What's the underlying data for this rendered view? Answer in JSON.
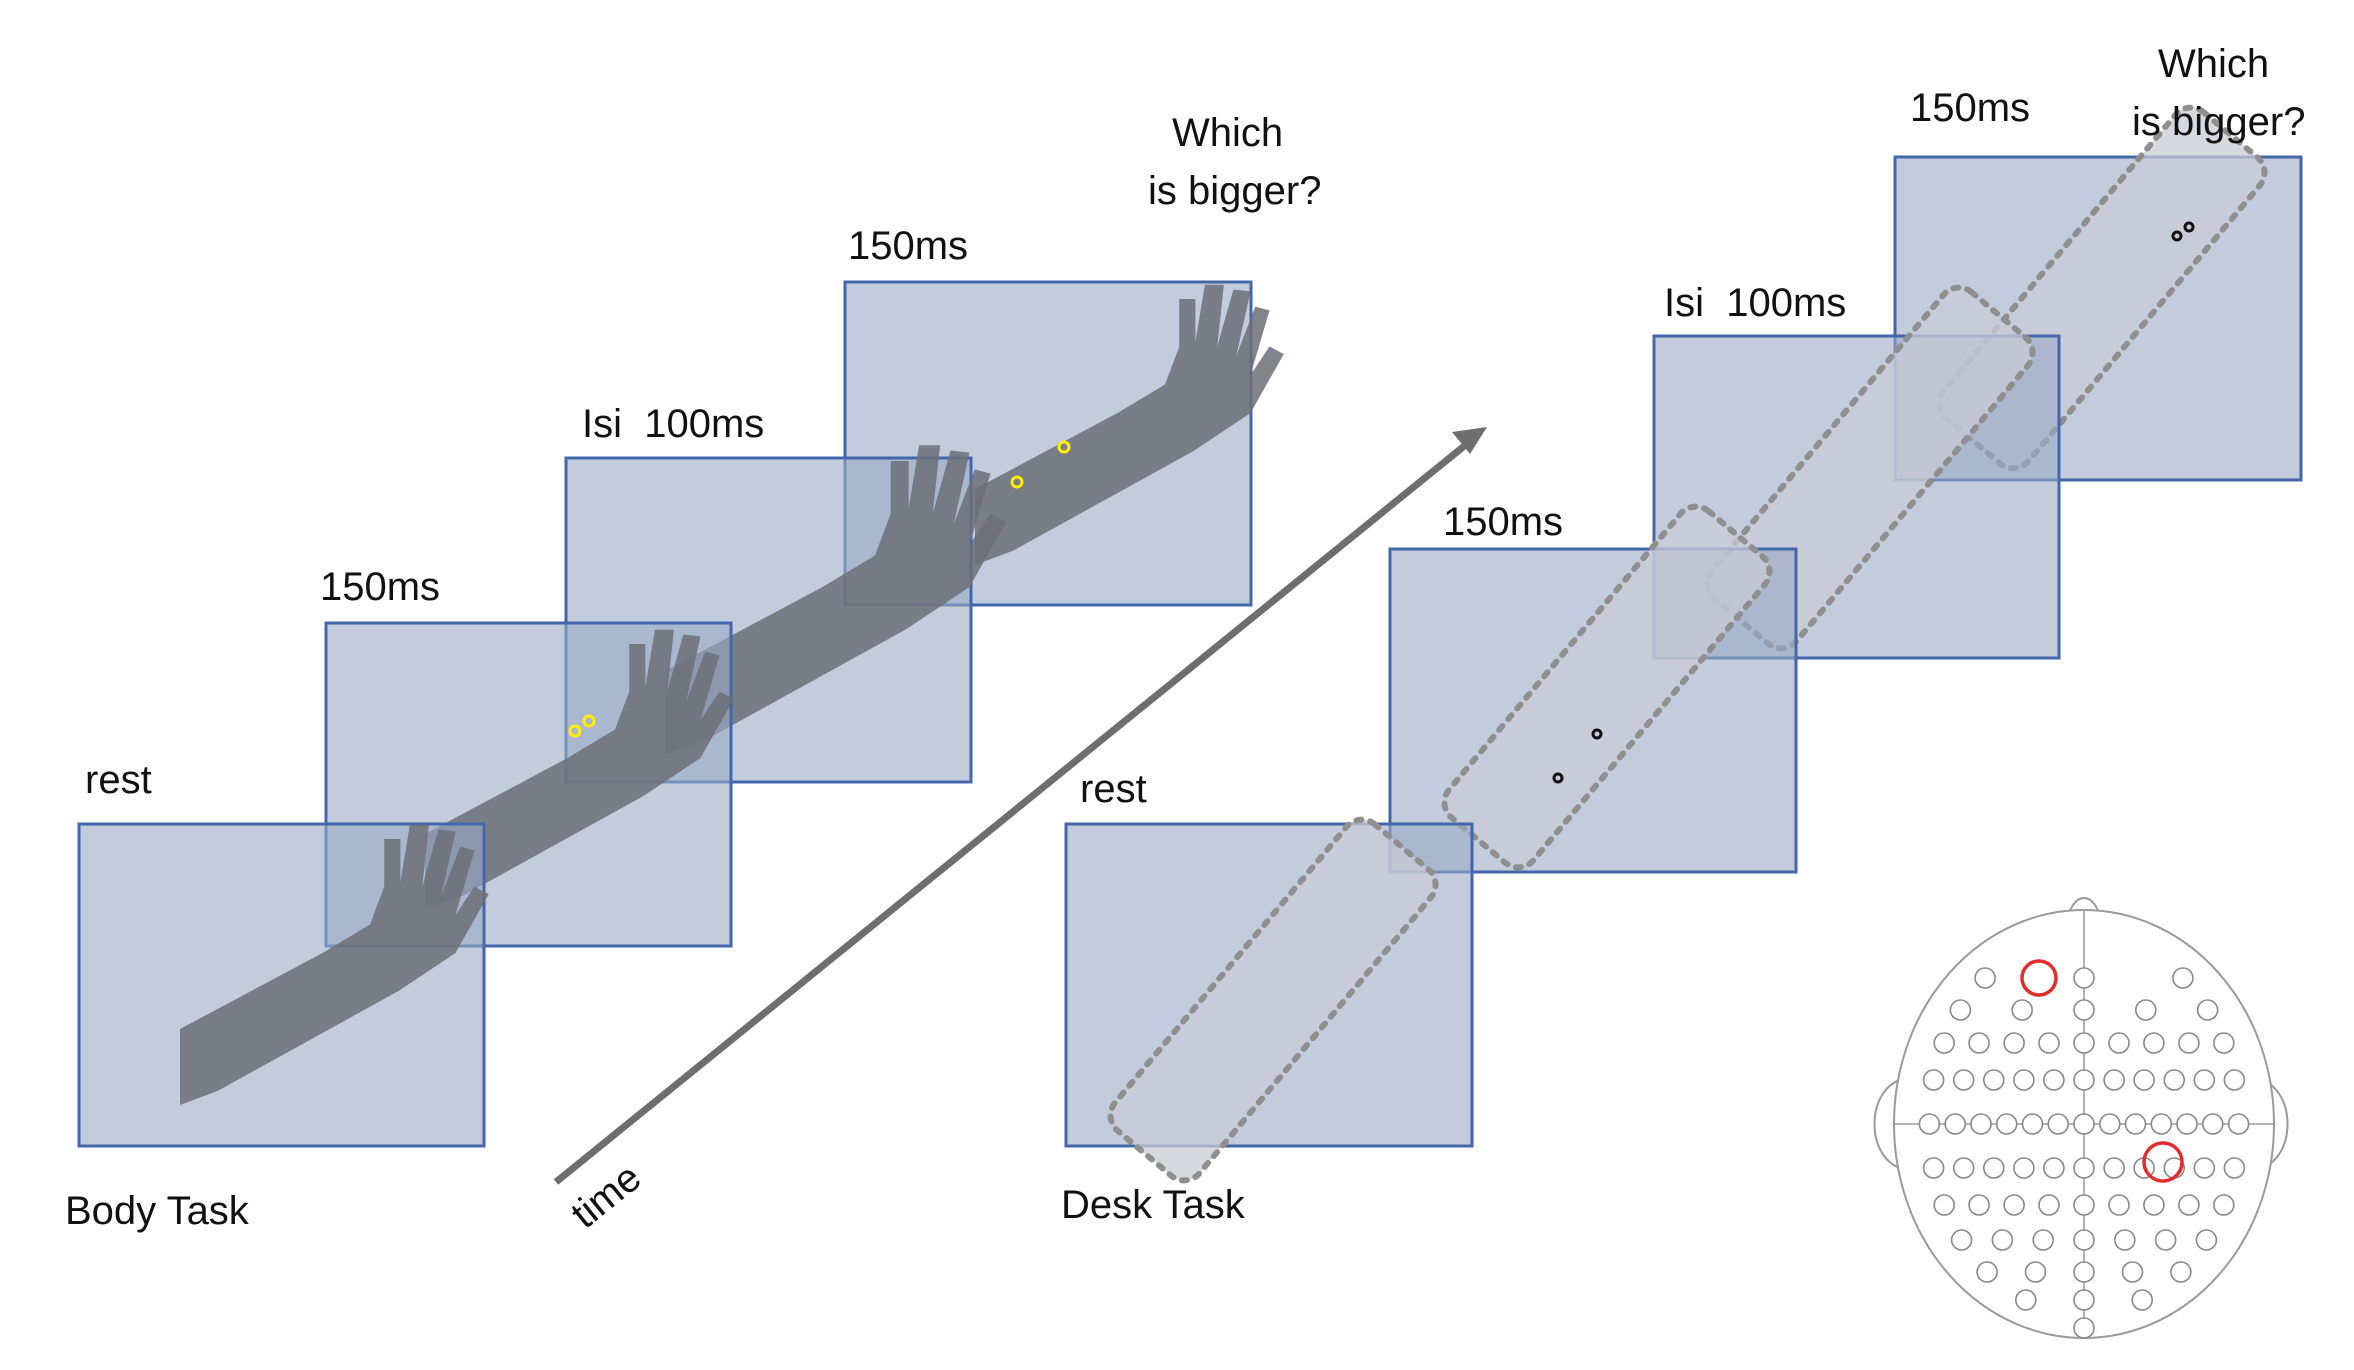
{
  "body_task": {
    "caption": "Body Task",
    "labels": {
      "rest": "rest",
      "stim1": "150ms",
      "isi": "Isi  100ms",
      "stim2": "150ms",
      "question_line1": "Which",
      "question_line2": "is bigger?"
    }
  },
  "time_axis": {
    "label": "time"
  },
  "desk_task": {
    "caption": "Desk Task",
    "labels": {
      "rest": "rest",
      "stim1": "150ms",
      "isi": "Isi  100ms",
      "stim2": "150ms",
      "question_line1": "Which",
      "question_line2": "is bigger?"
    }
  },
  "colors": {
    "frame_fill": "#9aaac6",
    "frame_border": "#4466aa",
    "arm": "#6c6f78",
    "stimulus_dots_body": "#ffee00",
    "stimulus_dots_desk": "#111111",
    "electrode_highlight": "#e32b2b"
  },
  "eeg_map": {
    "icon": "eeg-electrode-head-map"
  }
}
